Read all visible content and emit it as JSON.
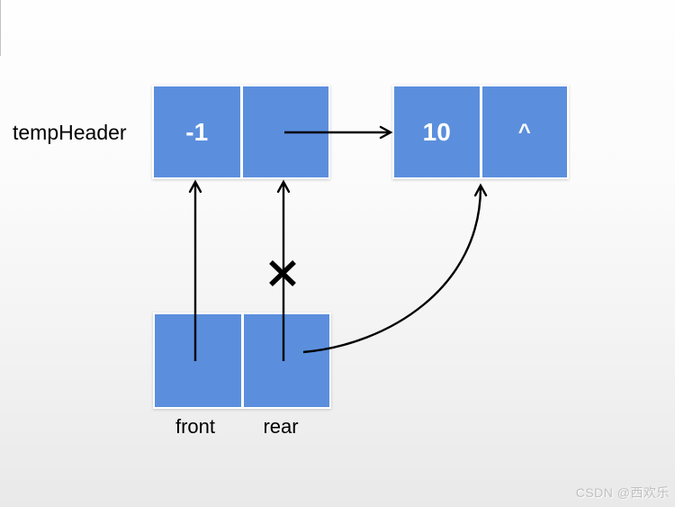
{
  "diagram": {
    "temp_header_label": "tempHeader",
    "nodes": {
      "temp_header": {
        "cells": [
          {
            "value": "-1"
          },
          {
            "value": ""
          }
        ]
      },
      "value_node": {
        "cells": [
          {
            "value": "10"
          },
          {
            "value": "^"
          }
        ]
      },
      "queue_pointer_node": {
        "cells": [
          {
            "value": ""
          },
          {
            "value": ""
          }
        ]
      }
    },
    "pointer_labels": {
      "front": "front",
      "rear": "rear"
    },
    "annotations": {
      "cross_mark": "invalid-old-rear-pointer"
    }
  },
  "watermark": {
    "text": "CSDN @西欢乐"
  },
  "colors": {
    "node_fill": "#5b8fdd",
    "node_text": "#ffffff",
    "arrow_stroke": "#000000",
    "label_text": "#000000",
    "watermark_text": "#c0c0c0",
    "background_top": "#fefefe",
    "background_bottom": "#e9e9e9"
  }
}
